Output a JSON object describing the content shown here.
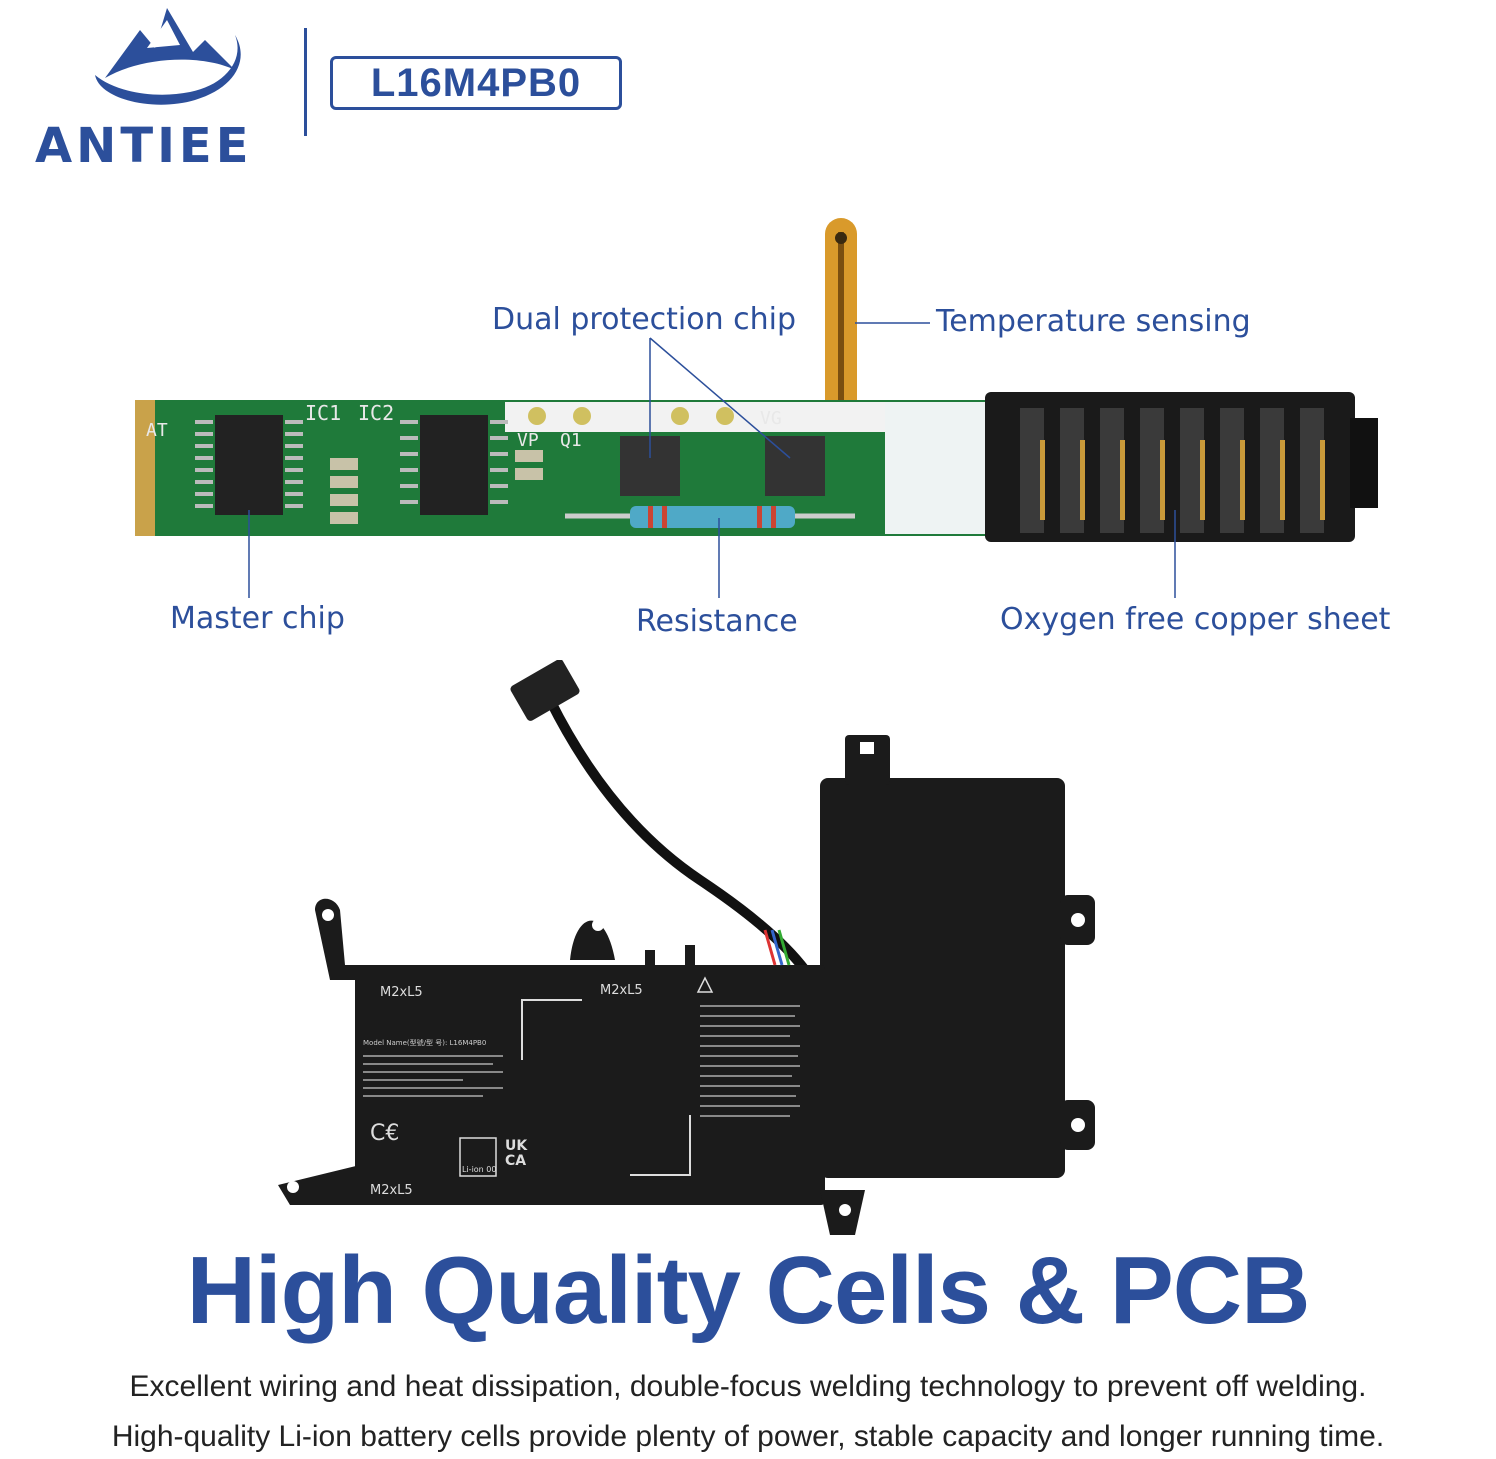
{
  "brand": {
    "name": "ANTIEE"
  },
  "model": {
    "code": "L16M4PB0"
  },
  "callouts": {
    "dual_protection_chip": "Dual protection chip",
    "temperature_sensing": "Temperature sensing",
    "master_chip": "Master chip",
    "resistance": "Resistance",
    "oxygen_free_copper_sheet": "Oxygen free copper sheet"
  },
  "pcb_silkscreen": {
    "ic1": "IC1",
    "ic2": "IC2",
    "at": "AT",
    "vp": "VP",
    "q1": "Q1",
    "vg": "VG"
  },
  "battery_label": {
    "screw_1": "M2xL5",
    "screw_2": "M2xL5",
    "screw_3": "M2xL5",
    "model_line": "Model Name(型號/型 号): L16M4PB0",
    "ukca": "UK\nCA",
    "li_ion": "Li-ion 00"
  },
  "headline": "High Quality Cells & PCB",
  "description": {
    "line1": "Excellent wiring and heat dissipation, double-focus welding technology to prevent off welding.",
    "line2": "High-quality Li-ion battery cells provide plenty of power, stable capacity and longer running time."
  },
  "colors": {
    "brand_blue": "#2c4f9b",
    "pcb_green": "#1f7a3a",
    "battery_black": "#1b1b1b"
  }
}
